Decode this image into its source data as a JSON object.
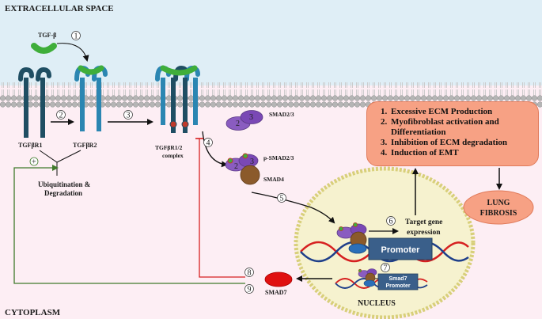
{
  "regions": {
    "extracellular": "EXTRACELLULAR SPACE",
    "cytoplasm": "CYTOPLASM",
    "nucleus": "NUCLEUS"
  },
  "molecules": {
    "tgfb": "TGF-β",
    "tgfbr1": "TGFβR1",
    "tgfbr2": "TGFβR2",
    "complex_line1": "TGFβR1/2",
    "complex_line2": "complex",
    "smad23": "SMAD2/3",
    "psmad23": "p-SMAD2/3",
    "smad4": "SMAD4",
    "smad7": "SMAD7",
    "smad_digit_2": "2",
    "smad_digit_3": "3"
  },
  "processes": {
    "ubiq_line1": "Ubiquitination &",
    "ubiq_line2": "Degradation",
    "target_line1": "Target gene",
    "target_line2": "expression",
    "plus_sign": "+"
  },
  "dna": {
    "promoter": "Promoter",
    "smad7_promoter_line1": "Smad7",
    "smad7_promoter_line2": "Promoter"
  },
  "outcomes": [
    "Excessive ECM Production",
    "Myofibroblast activation and Differentiation",
    "Inhibition of ECM degradation",
    "Induction of EMT"
  ],
  "disease": {
    "line1": "LUNG",
    "line2": "FIBROSIS"
  },
  "steps": [
    "1",
    "2",
    "3",
    "4",
    "5",
    "6",
    "7",
    "8",
    "9"
  ],
  "colors": {
    "extracellular_bg": "#dfeef6",
    "cytoplasm_bg": "#fdeef4",
    "membrane_head": "#b9b9b9",
    "receptor_dark": "#1f4e63",
    "receptor_light": "#2b86b2",
    "ligand_green": "#3fae3a",
    "smad_purple": "#8a5cc0",
    "smad4_brown": "#8b5a2b",
    "nucleus_fill": "#f6f2cf",
    "nucleus_border": "#d8cf7a",
    "outcome_box": "#f7a184",
    "disease_fill": "#f7a184",
    "smad7_red": "#e01010",
    "feedback_green": "#3f7a2a",
    "inhibit_red": "#d62020",
    "promoter_blue": "#3a5f8a"
  }
}
